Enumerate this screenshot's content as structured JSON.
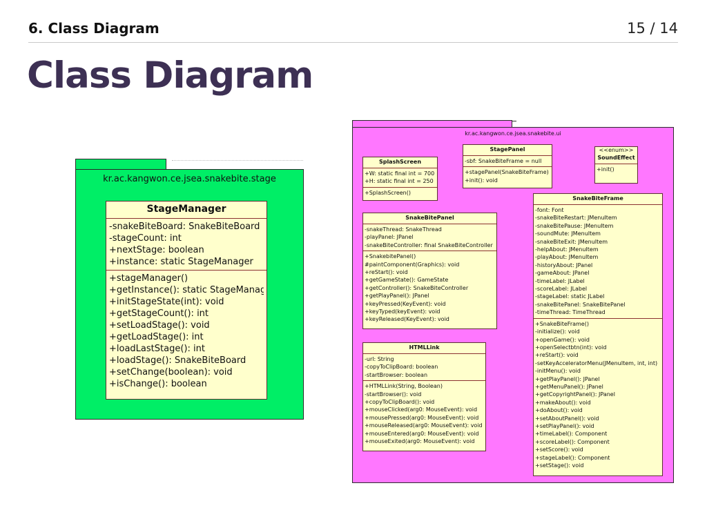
{
  "header": {
    "section_title": "6. Class Diagram",
    "page_indicator": "15 / 14"
  },
  "slide": {
    "title": "Class Diagram"
  },
  "colors": {
    "title": "#3d3054",
    "green_package": "#00ee66",
    "magenta_package": "#ff77ff",
    "class_fill": "#ffffcc",
    "class_border": "#8a3030"
  },
  "stage_package": {
    "name": "kr.ac.kangwon.ce.jsea.snakebite.stage",
    "classes": [
      {
        "name": "StageManager",
        "attributes": [
          "-snakeBiteBoard: SnakeBiteBoard",
          "-stageCount: int",
          "+nextStage: boolean",
          "+instance: static StageManager"
        ],
        "methods": [
          "+stageManager()",
          "+getInstance(): static StageManager",
          "+initStageState(int): void",
          "+getStageCount(): int",
          "+setLoadStage(): void",
          "+getLoadStage(): int",
          "+loadLastStage(): int",
          "+loadStage(): SnakeBiteBoard",
          "+setChange(boolean): void",
          "+isChange(): boolean"
        ]
      }
    ]
  },
  "ui_package": {
    "name": "kr.ac.kangwon.ce.jsea.snakebite.ui",
    "splash_screen": {
      "name": "SplashScreen",
      "attributes": [
        "+W: static final int = 700",
        "+H: static final int = 250"
      ],
      "methods": [
        "+SplashScreen()"
      ]
    },
    "stage_panel": {
      "name": "StagePanel",
      "attributes": [
        "-sbf: SnakeBiteFrame = null"
      ],
      "methods": [
        "+stagePanel(SnakeBiteFrame)",
        "+init(): void"
      ]
    },
    "sound_effect": {
      "stereotype": "<<enum>>",
      "name": "SoundEffect",
      "methods": [
        "+init()"
      ]
    },
    "snakebite_panel": {
      "name": "SnakeBitePanel",
      "attributes": [
        "-snakeThread: SnakeThread",
        "-playPanel: JPanel",
        "-snakeBiteController: final SnakeBiteController"
      ],
      "methods": [
        "+SnakebitePanel()",
        "#paintComponent(Graphics): void",
        "+reStart(): void",
        "+getGameState(): GameState",
        "+getController(): SnakeBiteController",
        "+getPlayPanel(): JPanel",
        "+keyPressed(KeyEvent): void",
        "+keyTyped(keyEvent): void",
        "+keyReleased(KeyEvent): void"
      ]
    },
    "htmllink": {
      "name": "HTMLLink",
      "attributes": [
        "-url: String",
        "-copyToClipBoard: boolean",
        "-startBrowser: boolean"
      ],
      "methods": [
        "+HTMLLink(String, Boolean)",
        "-startBrowser(): void",
        "+copyToClipBoard(): void",
        "+mouseClicked(arg0: MouseEvent): void",
        "+mousePressed(arg0: MouseEvent): void",
        "+mouseReleased(arg0: MouseEvent): void",
        "+mouseEntered(arg0: MouseEvent): void",
        "+mouseExited(arg0: MouseEvent): void"
      ]
    },
    "snakebite_frame": {
      "name": "SnakeBiteFrame",
      "attributes": [
        "-font: Font",
        "-snakeBiteRestart: JMenuItem",
        "-snakeBitePause: JMenuItem",
        "-soundMute: JMenuItem",
        "-snakeBiteExit: JMenuItem",
        "-helpAbout: JMenuItem",
        "-playAbout: JMenuItem",
        "-historyAbout: JPanel",
        "-gameAbout: JPanel",
        "-timeLabel: JLabel",
        "-scoreLabel: JLabel",
        "-stageLabel: static JLabel",
        "-snakeBitePanel: SnakeBitePanel",
        "-timeThread: TimeThread"
      ],
      "methods": [
        "+SnakeBiteFrame()",
        "-initialize(): void",
        "+openGame(): void",
        "+openSelectbtn(int): void",
        "+reStart(): void",
        "-setKeyAcceleratorMenu(JMenuItem, int, int)",
        "-initMenu(): void",
        "+getPlayPanel(): JPanel",
        "+getMenuPanel(): JPanel",
        "+getCopyrightPanel(): JPanel",
        "+makeAbout(): void",
        "+doAbout(): void",
        "+setAboutPanel(): void",
        "+setPlayPanel(): void",
        "+timeLabel(): Component",
        "+scoreLabel(): Component",
        "+setScore(): void",
        "+stageLabel(): Component",
        "+setStage(): void"
      ]
    }
  }
}
